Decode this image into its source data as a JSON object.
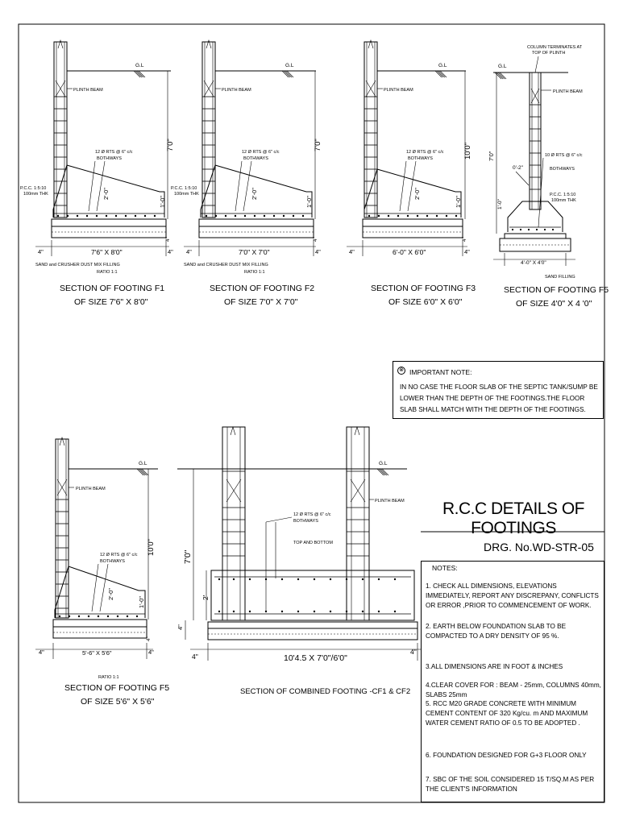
{
  "sheet": {
    "title": "R.C.C DETAILS OF  FOOTINGS",
    "drawing_no": "DRG. No.WD-STR-05"
  },
  "common": {
    "gl": "G.L",
    "plinth_beam": "PLINTH BEAM",
    "rts_line1": "12 Ø  RTS @ 6\" c/c",
    "rts_line2": "BOTHWAYS",
    "pcc_line1": "P.C.C. 1:5:10",
    "pcc_line2": "100mm THK",
    "sand_crusher": "SAND and CRUSHER  DUST MIX FILLING",
    "ratio": "RATIO 1:1",
    "dim_4in": "4\"",
    "dim_2ft": "2'-0\"",
    "dim_1ft": "1'-0\"",
    "dim_4_1": "4\"",
    "dim_1_1": "1\""
  },
  "footings": [
    {
      "title": "SECTION OF FOOTING F1",
      "size": "OF SIZE 7'6\" X 8'0\"",
      "width_dim": "7'6\" X 8'0\"",
      "depth": "7'0\""
    },
    {
      "title": "SECTION OF FOOTING F2",
      "size": "OF SIZE 7'0\" X 7'0\"",
      "width_dim": "7'0\" X 7'0\"",
      "depth": "7'0\""
    },
    {
      "title": "SECTION OF FOOTING F3",
      "size": "OF SIZE 6'0\" X 6'0\"",
      "width_dim": "6'-0\" X 6'0\"",
      "depth": "10'0\""
    },
    {
      "title": "SECTION OF FOOTING F5",
      "size": "OF SIZE 4'0\" X 4 '0\"",
      "width_dim": "4'-0\" X 4'0\"",
      "depth": "7'0\"",
      "column_note_1": "COLUMN TERMINATES AT",
      "column_note_2": "TOP OF PLINTH",
      "rts_line1": "10 Ø  RTS @ 6\" c/c",
      "rts_line2": "BOTHWAYS",
      "dim_0_2": "0'-2\"",
      "sand_filling": "SAND FILLING"
    },
    {
      "title": "SECTION OF FOOTING F5",
      "size": "OF SIZE 5'6\" X 5'6\"",
      "width_dim": "5'-6\" X 5'6\"",
      "depth": "10'0\""
    }
  ],
  "combined": {
    "title": "SECTION OF  COMBINED FOOTING -CF1 & CF2",
    "width_dim": "10'4.5 X 7'0\"/6'0\"",
    "depth": "7'0\"",
    "dim_2": "2'",
    "top_bottom": "TOP AND BOTTOM",
    "dim_4": "4\"",
    "dim_4b": "4\"",
    "dim_4c": "4\""
  },
  "important_note": {
    "title": "IMPORTANT NOTE:",
    "body": "IN NO CASE THE FLOOR SLAB OF THE SEPTIC TANK/SUMP BE LOWER THAN THE DEPTH OF THE FOOTINGS.THE FLOOR SLAB SHALL MATCH WITH THE DEPTH OF THE FOOTINGS."
  },
  "notes": {
    "heading": "NOTES:",
    "items": [
      "1. CHECK ALL DIMENSIONS,  ELEVATIONS IMMEDIATELY, REPORT ANY DISCREPANY, CONFLICTS OR ERROR ,PRIOR TO COMMENCEMENT OF WORK.",
      "2. EARTH BELOW FOUNDATION SLAB TO BE COMPACTED TO A DRY DENSITY OF 95 %.",
      "3.ALL DIMENSIONS ARE IN FOOT & INCHES",
      "4.CLEAR COVER FOR :     BEAM - 25mm, COLUMNS 40mm, SLABS 25mm",
      "5. RCC M20 GRADE CONCRETE WITH MINIMUM CEMENT CONTENT OF 320 Kg/cu. m  AND MAXIMUM WATER CEMENT RATIO OF 0.5 TO BE ADOPTED .",
      "6. FOUNDATION DESIGNED FOR G+3 FLOOR ONLY",
      "7. SBC OF THE SOIL CONSIDERED 15 T/SQ.M  AS PER THE CLIENT'S INFORMATION"
    ]
  }
}
